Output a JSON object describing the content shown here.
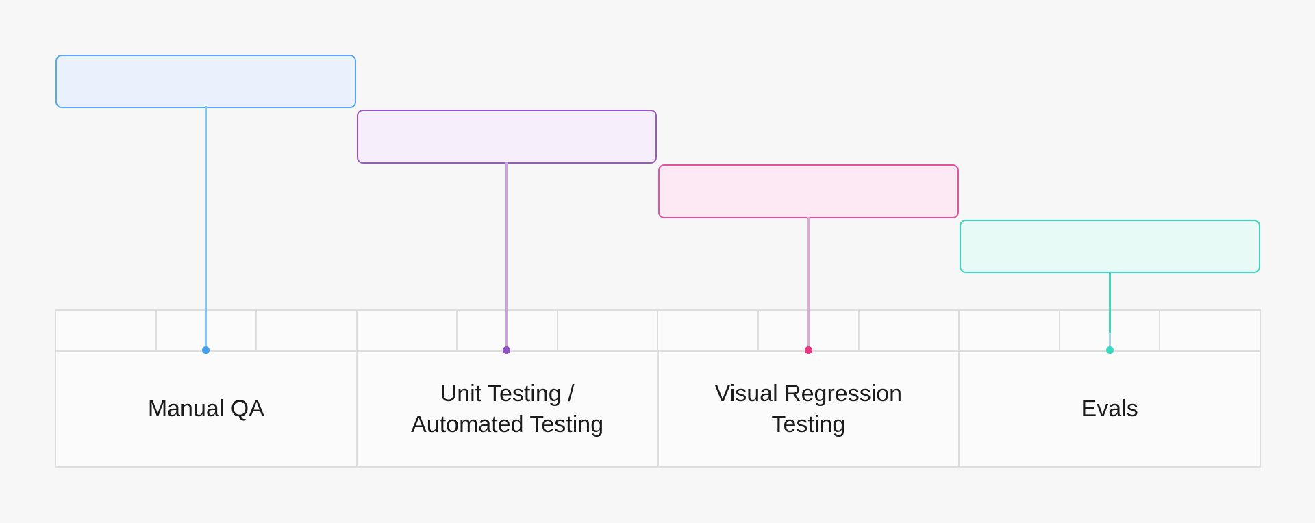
{
  "diagram": {
    "background": "#f7f7f8",
    "label_text_color": "#1b1b1b",
    "items": [
      {
        "id": "manual-qa",
        "label": "Manual QA",
        "box_fill": "#e9f1fc",
        "box_border": "#55a8f0",
        "line_color": "#87c5f3",
        "dot_color": "#42a0f0"
      },
      {
        "id": "unit-automated-testing",
        "label": "Unit Testing /\nAutomated Testing",
        "box_fill": "#f6eefa",
        "box_border": "#9b55c8",
        "line_color": "#cda0e2",
        "dot_color": "#9050c5"
      },
      {
        "id": "visual-regression-testing",
        "label": "Visual Regression\nTesting",
        "box_fill": "#fce9f3",
        "box_border": "#e4539a",
        "line_color": "#e0a8d8",
        "dot_color": "#e73583"
      },
      {
        "id": "evals",
        "label": "Evals",
        "box_fill": "#e7faf5",
        "box_border": "#3fd6bd",
        "line_color": "#3fd6bd",
        "line_fade_color": "#a8d3f2",
        "dot_color": "#38d9be"
      }
    ],
    "timeline": {
      "grid_color": "#dedede",
      "cell_fill": "#fbfbfb",
      "ticks_per_section": 3,
      "sections": 4
    }
  }
}
